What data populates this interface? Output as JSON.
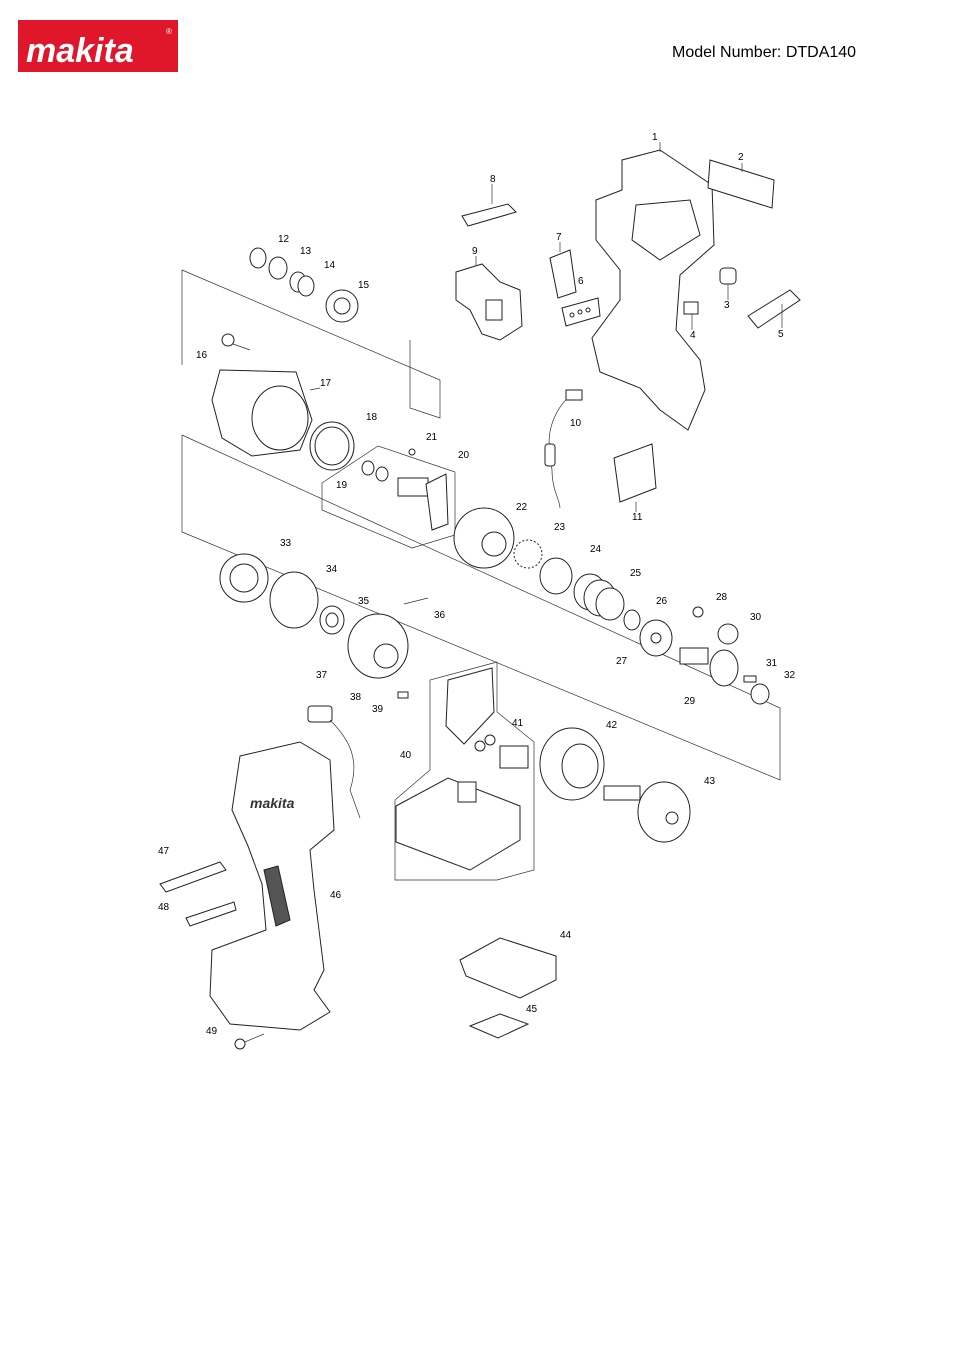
{
  "brand": {
    "logo_text": "makita",
    "logo_color": "#e0162b",
    "registered_mark": "®"
  },
  "header": {
    "model_label": "Model Number: DTDA140"
  },
  "diagram": {
    "callouts": [
      "1",
      "2",
      "3",
      "4",
      "5",
      "6",
      "7",
      "8",
      "9",
      "10",
      "11",
      "12",
      "13",
      "14",
      "15",
      "16",
      "17",
      "18",
      "19",
      "20",
      "21",
      "22",
      "23",
      "24",
      "25",
      "26",
      "27",
      "28",
      "29",
      "30",
      "31",
      "32",
      "33",
      "34",
      "35",
      "36",
      "37",
      "38",
      "39",
      "40",
      "41",
      "42",
      "43",
      "44",
      "45",
      "46",
      "47",
      "48",
      "49"
    ]
  }
}
